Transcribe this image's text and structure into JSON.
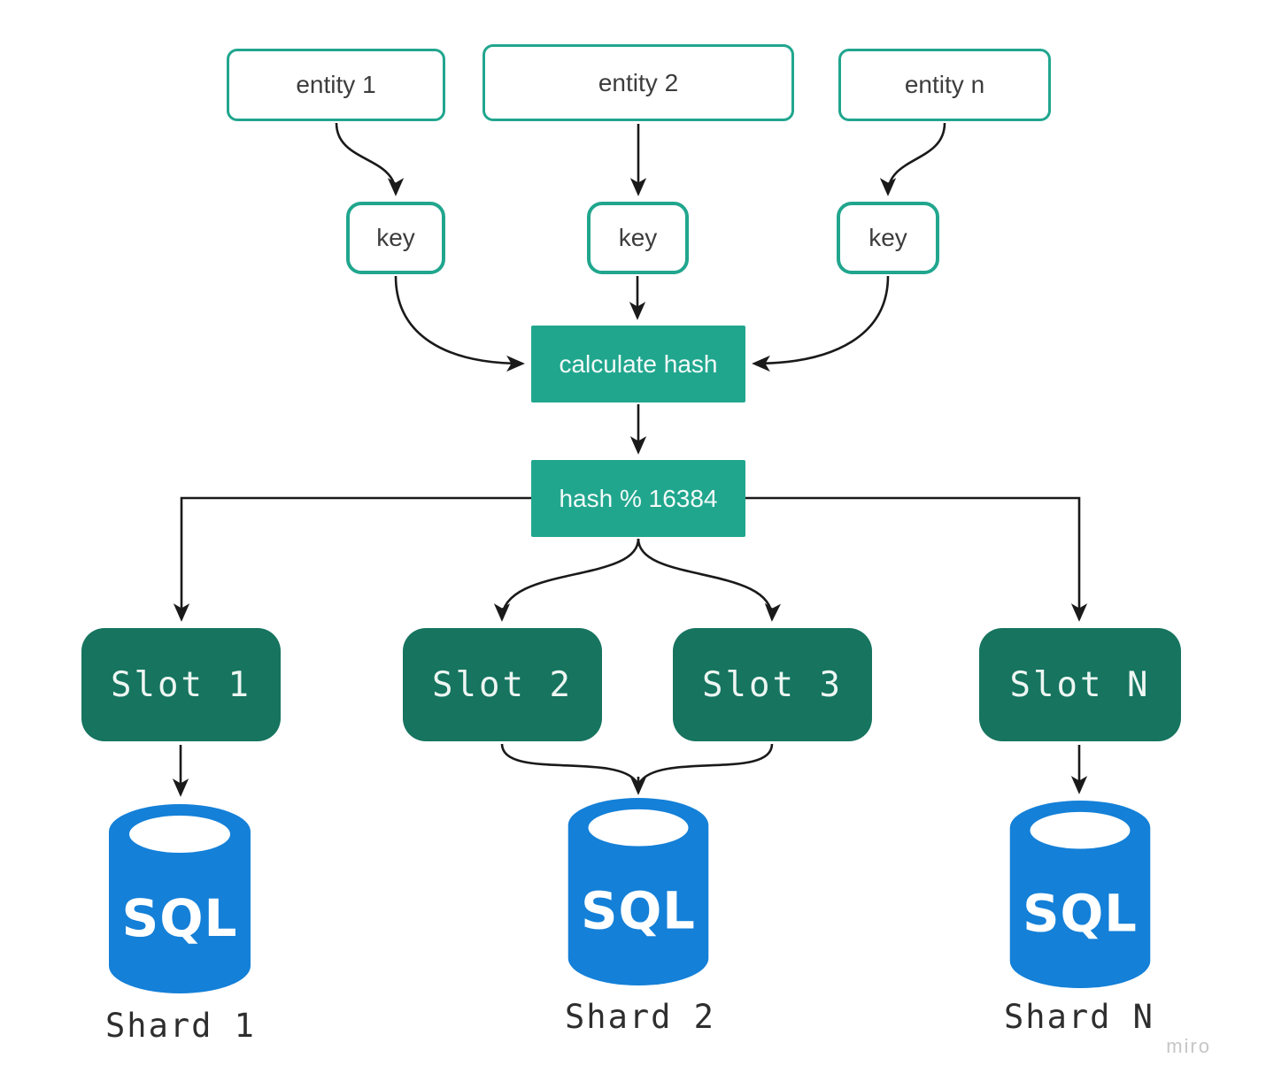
{
  "colors": {
    "bg": "#FFFFFF",
    "teal": "#21A68E",
    "dark_green": "#16745F",
    "blue": "#1480D8",
    "text_dark": "#3D3D3D",
    "slot_text": "#EDF6F2",
    "caption_text": "#2E2E2E",
    "arrow": "#1A1A1A",
    "watermark": "#C6C6C6"
  },
  "nodes": {
    "entities": [
      {
        "label": "entity 1"
      },
      {
        "label": "entity 2"
      },
      {
        "label": "entity n"
      }
    ],
    "keys": [
      {
        "label": "key"
      },
      {
        "label": "key"
      },
      {
        "label": "key"
      }
    ],
    "calculate_hash": {
      "label": "calculate hash"
    },
    "hash_modulo": {
      "label": "hash % 16384"
    },
    "slots": [
      {
        "label": "Slot 1"
      },
      {
        "label": "Slot 2"
      },
      {
        "label": "Slot 3"
      },
      {
        "label": "Slot N"
      }
    ],
    "shards": [
      {
        "icon_label": "SQL",
        "caption": "Shard 1"
      },
      {
        "icon_label": "SQL",
        "caption": "Shard 2"
      },
      {
        "icon_label": "SQL",
        "caption": "Shard N"
      }
    ]
  },
  "watermark": "miro"
}
